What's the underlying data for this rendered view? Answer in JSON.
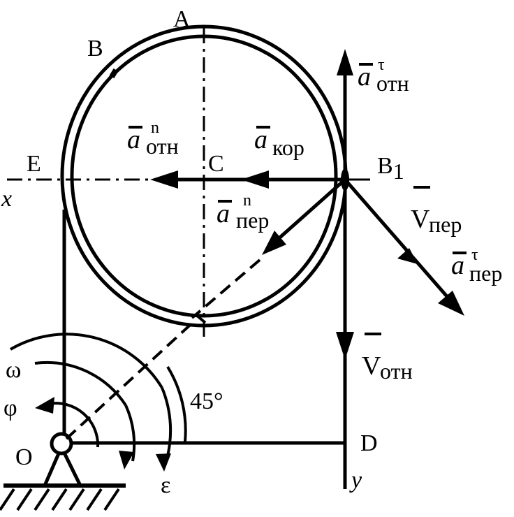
{
  "points": {
    "A": "A",
    "B": "B",
    "B1": "B",
    "B1_sub": "1",
    "C": "C",
    "D": "D",
    "E": "E",
    "O": "O"
  },
  "axes": {
    "x": "x",
    "y": "y"
  },
  "angle_label": "45°",
  "rotation": {
    "omega": "ω",
    "phi": "φ",
    "epsilon": "ε"
  },
  "vectors": {
    "a_otn_tau": {
      "symbol": "a",
      "sub": "отн",
      "sup": "τ"
    },
    "a_otn_n": {
      "symbol": "a",
      "sub": "отн",
      "sup": "n"
    },
    "a_kor": {
      "symbol": "a",
      "sub": "кор"
    },
    "a_per_n": {
      "symbol": "a",
      "sub": "пер",
      "sup": "n"
    },
    "V_per": {
      "symbol": "V",
      "sub": "пер"
    },
    "a_per_tau": {
      "symbol": "a",
      "sub": "пер",
      "sup": "τ"
    },
    "V_otn": {
      "symbol": "V",
      "sub": "отн"
    }
  }
}
